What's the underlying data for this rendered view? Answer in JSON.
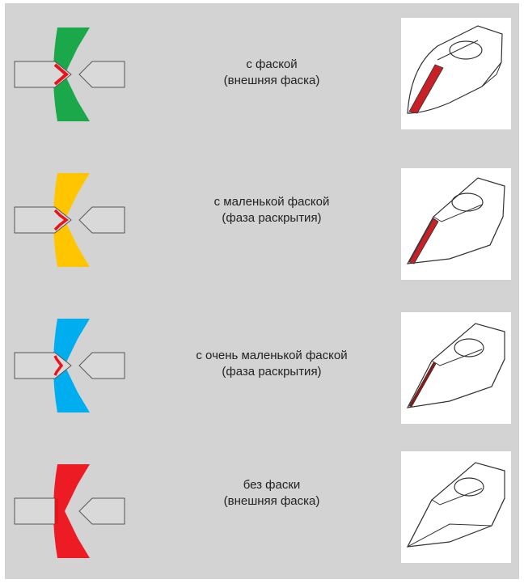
{
  "rows": [
    {
      "title": "с фаской",
      "subtitle": "(внешняя фаска)",
      "color": "#1aa84b",
      "type": "full-bevel"
    },
    {
      "title": "с маленькой фаской",
      "subtitle": "(фаза раскрытия)",
      "color": "#ffc600",
      "type": "small-bevel"
    },
    {
      "title": "с очень маленькой фаской",
      "subtitle": "(фаза раскрытия)",
      "color": "#00aeef",
      "type": "very-small-bevel"
    },
    {
      "title": "без фаски",
      "subtitle": "(внешняя фаска)",
      "color": "#ed1c24",
      "type": "no-bevel"
    }
  ],
  "accent_color": "#e8141c",
  "background_color": "#d3d3d3"
}
